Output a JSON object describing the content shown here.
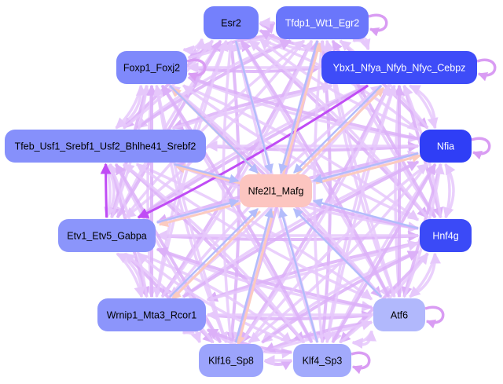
{
  "diagram": {
    "title": "TF regulatory network",
    "colors": {
      "edge_light": "#e6c8fb",
      "edge_mid": "#dcb0f8",
      "edge_strong": "#c04cf5",
      "edge_blue": "#b3bcfb",
      "edge_peach": "#fbcbc0",
      "self_loop": "#d99cf3"
    },
    "nodes": [
      {
        "id": "esr2",
        "label": "Esr2",
        "fill": "#7480fc",
        "text": "#000000"
      },
      {
        "id": "tfdp1",
        "label": "Tfdp1_Wt1_Egr2",
        "fill": "#6a76fb",
        "text": "#ffffff"
      },
      {
        "id": "foxp1",
        "label": "Foxp1_Foxj2",
        "fill": "#7f89fb",
        "text": "#000000"
      },
      {
        "id": "ybx1",
        "label": "Ybx1_Nfya_Nfyb_Nfyc_Cebpz",
        "fill": "#3e4cf8",
        "text": "#ffffff"
      },
      {
        "id": "tfeb",
        "label": "Tfeb_Usf1_Srebf1_Usf2_Bhlhe41_Srebf2",
        "fill": "#8690fb",
        "text": "#000000"
      },
      {
        "id": "nfia",
        "label": "Nfia",
        "fill": "#2f3ef6",
        "text": "#ffffff"
      },
      {
        "id": "nfe2l1",
        "label": "Nfe2l1_Mafg",
        "fill": "#fcc5c0",
        "text": "#000000"
      },
      {
        "id": "etv1",
        "label": "Etv1_Etv5_Gabpa",
        "fill": "#8b95fb",
        "text": "#000000"
      },
      {
        "id": "hnf4g",
        "label": "Hnf4g",
        "fill": "#3b4af7",
        "text": "#ffffff"
      },
      {
        "id": "wrnip1",
        "label": "Wrnip1_Mta3_Rcor1",
        "fill": "#8c95fb",
        "text": "#000000"
      },
      {
        "id": "atf6",
        "label": "Atf6",
        "fill": "#b1b8fc",
        "text": "#000000"
      },
      {
        "id": "klf16",
        "label": "Klf16_Sp8",
        "fill": "#9ca4fc",
        "text": "#000000"
      },
      {
        "id": "klf4",
        "label": "Klf4_Sp3",
        "fill": "#a2aafc",
        "text": "#000000"
      }
    ],
    "self_loops": [
      "tfdp1",
      "ybx1",
      "nfia",
      "atf6",
      "klf4",
      "foxp1"
    ],
    "edges_to_center_blue": [
      "esr2",
      "tfdp1",
      "ybx1",
      "nfia",
      "hnf4g",
      "atf6",
      "klf4",
      "klf16",
      "wrnip1",
      "etv1",
      "tfeb",
      "foxp1"
    ],
    "edges_from_center_peach": [
      "tfeb",
      "etv1",
      "wrnip1",
      "klf16",
      "foxp1",
      "ybx1",
      "nfia",
      "tfdp1"
    ],
    "strong_edges": [
      [
        "ybx1",
        "etv1"
      ],
      [
        "etv1",
        "tfeb"
      ]
    ]
  }
}
